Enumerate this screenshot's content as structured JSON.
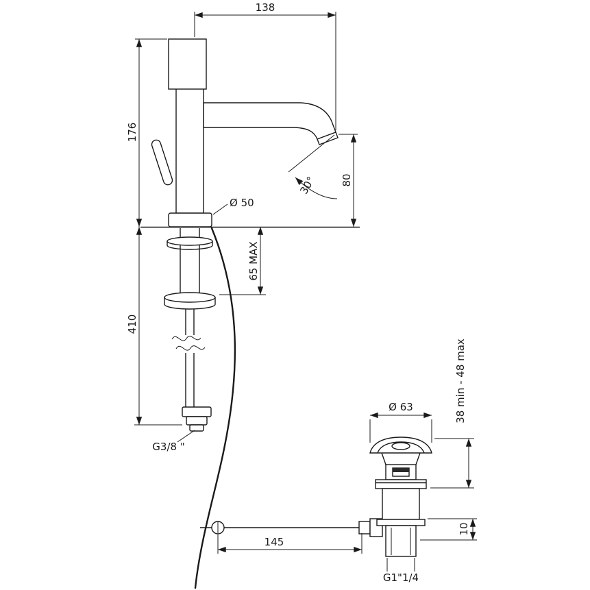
{
  "drawing": {
    "labels": {
      "spout_reach": "138",
      "body_height": "176",
      "base_diameter": "Ø 50",
      "spout_angle": "30°",
      "outlet_height": "80",
      "deck_max": "65 MAX",
      "under_length": "410",
      "supply_thread": "G3/8 \"",
      "drain_diameter": "Ø 63",
      "drain_range": "38  min  -  48  max",
      "drain_offset": "10",
      "rod_length": "145",
      "drain_thread": "G1\"1/4"
    }
  }
}
